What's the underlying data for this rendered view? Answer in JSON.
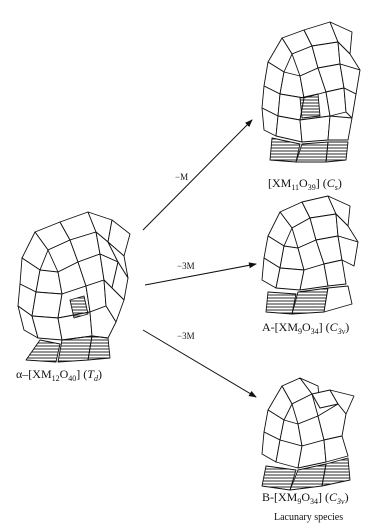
{
  "reaction_arrows": [
    {
      "label": "−M"
    },
    {
      "label": "−3M"
    },
    {
      "label": "−3M"
    }
  ],
  "parent": {
    "prefix": "α–[XM",
    "sub1": "12",
    "mid": "O",
    "sub2": "40",
    "close": "] (",
    "sym": "T",
    "sym_sub": "d",
    "end": ")"
  },
  "product_1": {
    "prefix": "[XM",
    "sub1": "11",
    "mid": "O",
    "sub2": "39",
    "close": "] (",
    "sym": "C",
    "sym_sub": "s",
    "end": ")"
  },
  "product_2": {
    "prefix": "A-[XM",
    "sub1": "9",
    "mid": "O",
    "sub2": "34",
    "close": "] (",
    "sym": "C",
    "sym_sub": "3v",
    "end": ")"
  },
  "product_3": {
    "prefix": "B-[XM",
    "sub1": "9",
    "mid": "O",
    "sub2": "34",
    "close": "] (",
    "sym": "C",
    "sym_sub": "3v",
    "end": ")"
  },
  "footer": "Lacunary species"
}
